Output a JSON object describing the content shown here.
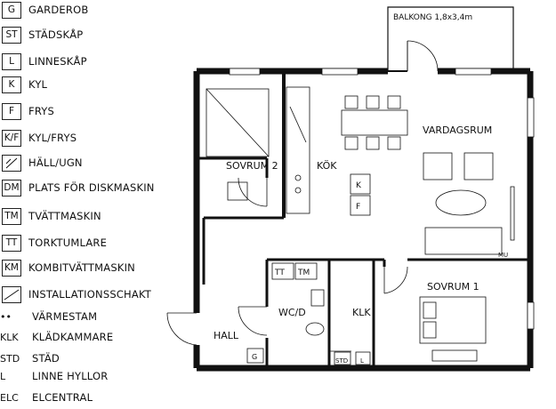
{
  "legend": [
    {
      "symbol": "G",
      "label": "GARDEROB"
    },
    {
      "symbol": "ST",
      "label": "STÄDSKÅP"
    },
    {
      "symbol": "L",
      "label": "LINNESKÅP"
    },
    {
      "symbol": "K",
      "label": "KYL"
    },
    {
      "symbol": "F",
      "label": "FRYS"
    },
    {
      "symbol": "K/F",
      "label": "KYL/FRYS"
    },
    {
      "symbol": "stove-icon",
      "label": "HÄLL/UGN"
    },
    {
      "symbol": "DM",
      "label": "PLATS FÖR DISKMASKIN"
    },
    {
      "symbol": "TM",
      "label": "TVÄTTMASKIN"
    },
    {
      "symbol": "TT",
      "label": "TORKTUMLARE"
    },
    {
      "symbol": "KM",
      "label": "KOMBITVÄTTMASKIN"
    },
    {
      "symbol": "shaft-icon",
      "label": "INSTALLATIONSSCHAKT"
    },
    {
      "symbol": "••",
      "label": "VÄRMESTAM"
    },
    {
      "symbol": "KLK",
      "label": "KLÄDKAMMARE"
    },
    {
      "symbol": "STD",
      "label": "STÄD"
    },
    {
      "symbol": "L",
      "label": "LINNE HYLLOR"
    },
    {
      "symbol": "ELC",
      "label": "ELCENTRAL"
    }
  ],
  "plan": {
    "balcony": "BALKONG 1,8x3,4m",
    "rooms": {
      "bedroom2": "SOVRUM 2",
      "kitchen": "KÖK",
      "living": "VARDAGSRUM",
      "bedroom1": "SOVRUM 1",
      "wc": "WC/D",
      "walkin": "KLK",
      "hall": "HALL"
    },
    "marks": {
      "k": "K",
      "f": "F",
      "tt": "TT",
      "tm": "TM",
      "mu": "MU",
      "std": "STD",
      "l": "L",
      "g": "G"
    }
  }
}
